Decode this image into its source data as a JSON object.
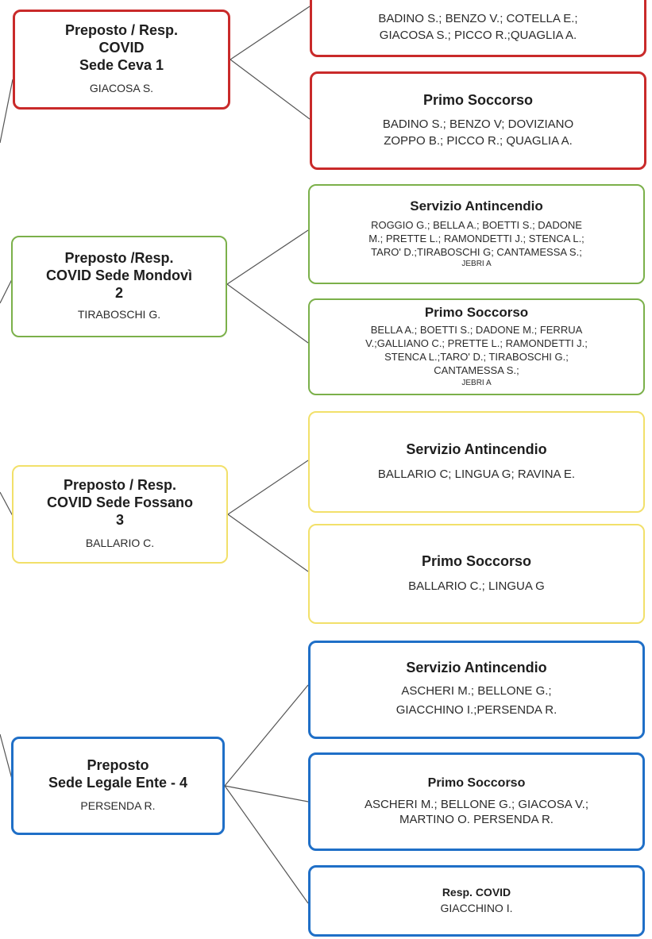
{
  "colors": {
    "ceva": "#c92a2a",
    "mondovi": "#7bb04a",
    "fossano": "#f2e06a",
    "legale": "#1f6fc7",
    "connector": "#555555"
  },
  "ceva": {
    "preposto": {
      "title": "Preposto / Resp.\nCOVID\nSede Ceva 1",
      "name": "GIACOSA S."
    },
    "antincendio": {
      "names": "BADINO S.; BENZO V.; COTELLA E.;\nGIACOSA S.; PICCO R.;QUAGLIA A."
    },
    "soccorso": {
      "title": "Primo Soccorso",
      "names": "BADINO S.; BENZO V; DOVIZIANO\nZOPPO B.; PICCO R.; QUAGLIA A."
    }
  },
  "mondovi": {
    "preposto": {
      "title": "Preposto /Resp.\nCOVID Sede Mondovì\n2",
      "name": "TIRABOSCHI G."
    },
    "antincendio": {
      "title": "Servizio Antincendio",
      "names": "ROGGIO G.; BELLA A.; BOETTI S.; DADONE\nM.; PRETTE L.; RAMONDETTI J.; STENCA L.;\nTARO' D.;TIRABOSCHI G; CANTAMESSA S.;",
      "extra": "JEBRI A"
    },
    "soccorso": {
      "title": "Primo Soccorso",
      "names": "BELLA A.; BOETTI S.; DADONE M.; FERRUA\nV.;GALLIANO C.; PRETTE L.; RAMONDETTI J.;\nSTENCA L.;TARO' D.; TIRABOSCHI G.;\nCANTAMESSA S.;",
      "extra": "JEBRI A"
    }
  },
  "fossano": {
    "preposto": {
      "title": "Preposto / Resp.\nCOVID Sede Fossano\n3",
      "name": "BALLARIO C."
    },
    "antincendio": {
      "title": "Servizio Antincendio",
      "names": "BALLARIO C; LINGUA G; RAVINA E."
    },
    "soccorso": {
      "title": "Primo Soccorso",
      "names": "BALLARIO C.; LINGUA G"
    }
  },
  "legale": {
    "preposto": {
      "title": "Preposto\nSede Legale Ente - 4",
      "name": "PERSENDA R."
    },
    "antincendio": {
      "title": "Servizio Antincendio",
      "names": "ASCHERI M.; BELLONE G.;\nGIACCHINO I.;PERSENDA R."
    },
    "soccorso": {
      "title": "Primo Soccorso",
      "names": "ASCHERI M.; BELLONE G.; GIACOSA V.;\nMARTINO O. PERSENDA R."
    },
    "covid": {
      "title": "Resp. COVID",
      "name": "GIACCHINO I."
    }
  }
}
